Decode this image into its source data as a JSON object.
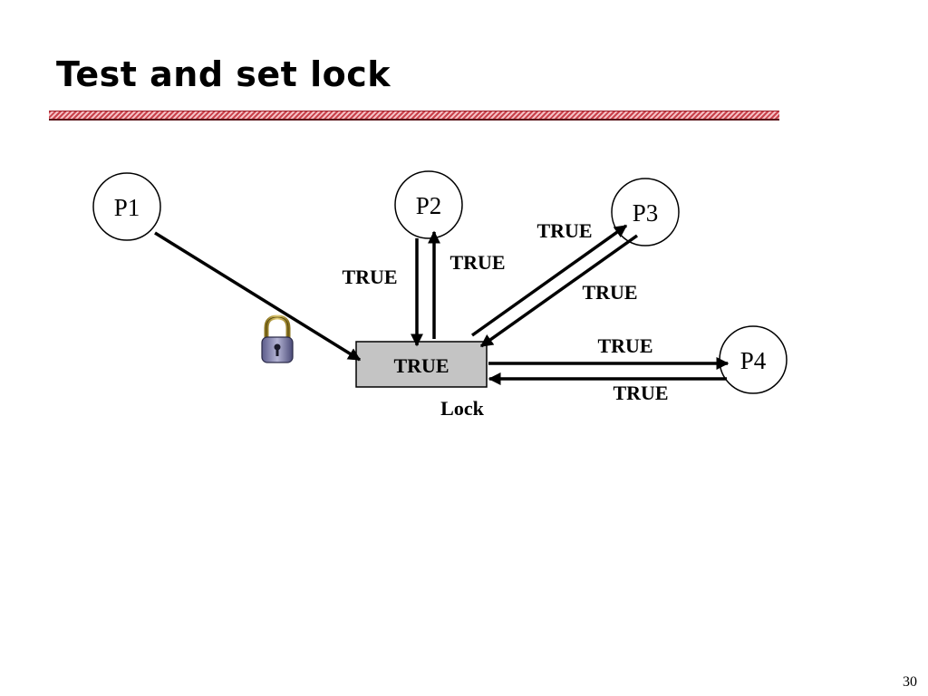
{
  "slide": {
    "title": "Test and set lock",
    "page_number": "30"
  },
  "processes": {
    "p1": "P1",
    "p2": "P2",
    "p3": "P3",
    "p4": "P4"
  },
  "lock": {
    "value": "TRUE",
    "caption": "Lock"
  },
  "arrow_labels": {
    "p2_down": "TRUE",
    "p2_up": "TRUE",
    "p3_to": "TRUE",
    "p3_from": "TRUE",
    "p4_to": "TRUE",
    "p4_from": "TRUE"
  },
  "icons": {
    "lock_icon": "padlock"
  }
}
